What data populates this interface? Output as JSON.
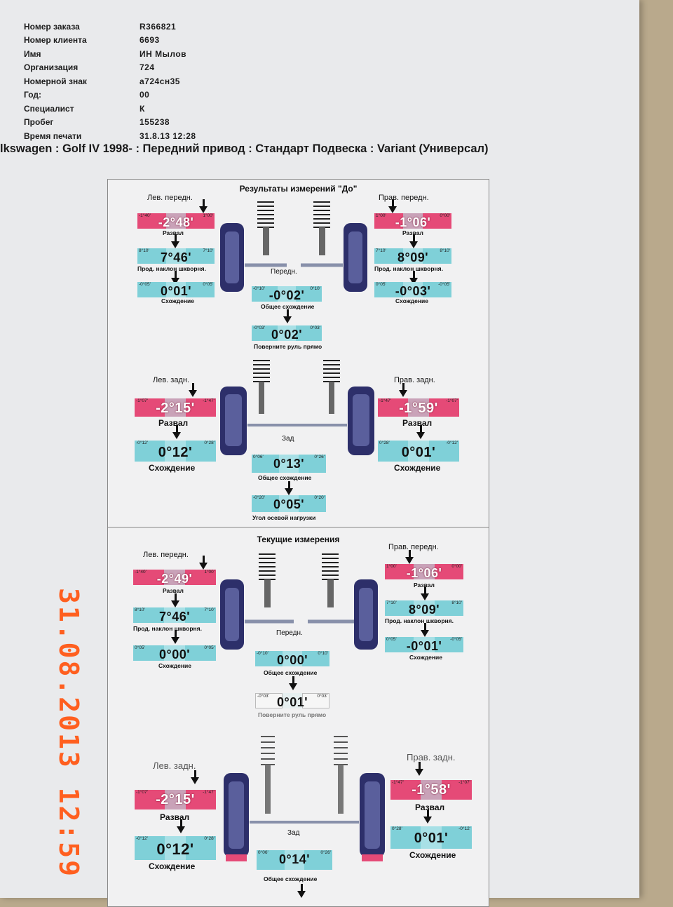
{
  "header": {
    "rows": [
      {
        "label": "Номер заказа",
        "value": "R366821"
      },
      {
        "label": "Номер клиента",
        "value": "6693"
      },
      {
        "label": "Имя",
        "value": "ИН Мылов"
      },
      {
        "label": "Организация",
        "value": "724"
      },
      {
        "label": "Номерной знак",
        "value": "а724сн35"
      },
      {
        "label": "Год:",
        "value": "00"
      },
      {
        "label": "Специалист",
        "value": "К"
      },
      {
        "label": "Пробег",
        "value": "155238"
      },
      {
        "label": "Время печати",
        "value": "31.8.13 12:28"
      }
    ]
  },
  "vehicle": "lkswagen : Golf IV 1998- : Передний привод : Стандарт Подвеска : Variant (Универсал)",
  "before": {
    "title": "Результаты измерений \"До\"",
    "front_left_label": "Лев. передн.",
    "front_right_label": "Прав. передн.",
    "front_label": "Передн.",
    "rear_left_label": "Лев. задн.",
    "rear_right_label": "Прав. задн.",
    "rear_label": "Зад",
    "camber_fl": {
      "value": "-2°48'",
      "tol_l": "-1°40'",
      "tol_r": "1°00'"
    },
    "camber_fr": {
      "value": "-1°06'",
      "tol_l": "1°00'",
      "tol_r": "0°00'"
    },
    "caster_fl": {
      "value": "7°46'",
      "tol_l": "8°10'",
      "tol_r": "7°10'"
    },
    "caster_fr": {
      "value": "8°09'",
      "tol_l": "7°10'",
      "tol_r": "8°10'"
    },
    "toe_fl": {
      "value": "0°01'",
      "tol_l": "-0°05'",
      "tol_r": "0°05'"
    },
    "toe_fr": {
      "value": "-0°03'",
      "tol_l": "0°05'",
      "tol_r": "-0°05'"
    },
    "total_toe_front": {
      "value": "-0°02'",
      "tol_l": "-0°10'",
      "tol_r": "0°10'"
    },
    "steering": {
      "value": "0°02'",
      "tol_l": "-0°03'",
      "tol_r": "0°03'"
    },
    "camber_rl": {
      "value": "-2°15'",
      "tol_l": "-1°07'",
      "tol_r": "-1°47'"
    },
    "camber_rr": {
      "value": "-1°59'",
      "tol_l": "-1°47'",
      "tol_r": "-1°07'"
    },
    "toe_rl": {
      "value": "0°12'",
      "tol_l": "-0°12'",
      "tol_r": "0°28'"
    },
    "toe_rr": {
      "value": "0°01'",
      "tol_l": "0°28'",
      "tol_r": "-0°12'"
    },
    "total_toe_rear": {
      "value": "0°13'",
      "tol_l": "0°06'",
      "tol_r": "0°26'"
    },
    "thrust": {
      "value": "0°05'",
      "tol_l": "-0°20'",
      "tol_r": "0°20'"
    }
  },
  "current": {
    "title": "Текущие измерения",
    "front_left_label": "Лев. передн.",
    "front_right_label": "Прав. передн.",
    "front_label": "Передн.",
    "rear_left_label": "Лев. задн.",
    "rear_right_label": "Прав. задн.",
    "rear_label": "Зад",
    "camber_fl": {
      "value": "-2°49'",
      "tol_l": "-1°40'",
      "tol_r": "1°00'"
    },
    "camber_fr": {
      "value": "-1°06'",
      "tol_l": "1°00'",
      "tol_r": "0°00'"
    },
    "caster_fl": {
      "value": "7°46'",
      "tol_l": "8°10'",
      "tol_r": "7°10'"
    },
    "caster_fr": {
      "value": "8°09'",
      "tol_l": "7°10'",
      "tol_r": "8°10'"
    },
    "toe_fl": {
      "value": "0°00'",
      "tol_l": "0°05'",
      "tol_r": "0°05'"
    },
    "toe_fr": {
      "value": "-0°01'",
      "tol_l": "0°05'",
      "tol_r": "-0°05'"
    },
    "total_toe_front": {
      "value": "0°00'",
      "tol_l": "-0°10'",
      "tol_r": "0°10'"
    },
    "steering": {
      "value": "0°01'",
      "tol_l": "-0°03'",
      "tol_r": "0°03'"
    },
    "camber_rl": {
      "value": "-2°15'",
      "tol_l": "-1°07'",
      "tol_r": "-1°47'"
    },
    "camber_rr": {
      "value": "-1°58'",
      "tol_l": "-1°47'",
      "tol_r": "-1°07'"
    },
    "toe_rl": {
      "value": "0°12'",
      "tol_l": "-0°12'",
      "tol_r": "0°28'"
    },
    "toe_rr": {
      "value": "0°01'",
      "tol_l": "0°28'",
      "tol_r": "-0°12'"
    },
    "total_toe_rear": {
      "value": "0°14'",
      "tol_l": "0°06'",
      "tol_r": "0°26'"
    }
  },
  "labels": {
    "camber": "Развал",
    "caster": "Прод. наклон шкворня.",
    "toe": "Схождение",
    "total_toe": "Общее схождение",
    "steering": "Поверните руль прямо",
    "thrust": "Угол осевой нагрузки"
  },
  "photo_stamp": "31.08.2013 12:59"
}
